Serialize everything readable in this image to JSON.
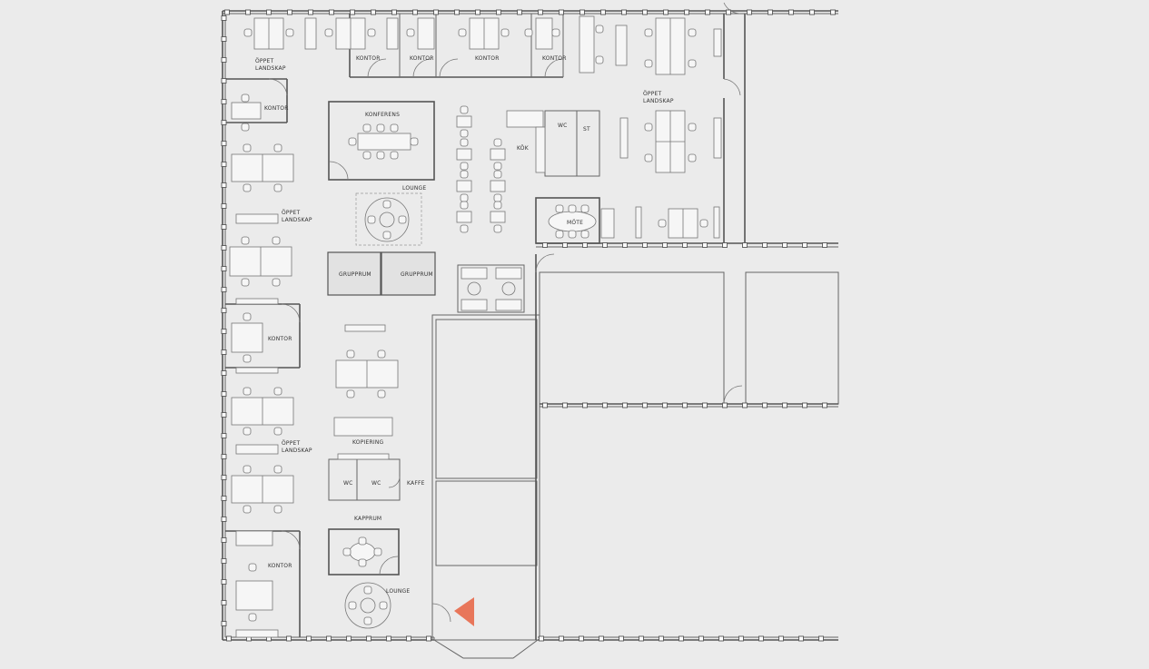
{
  "colors": {
    "background": "#ebebeb",
    "wall": "#555555",
    "furniture": "#777777",
    "marker": "#e8765a"
  },
  "marker_icon": "position-triangle-icon",
  "rooms": {
    "oppet_1": "ÖPPET\nLANDSKAP",
    "kontor_1": "KONTOR",
    "kontor_2": "KONTOR",
    "kontor_3": "KONTOR",
    "kontor_4": "KONTOR",
    "kontor_5": "KONTOR",
    "konferens": "KONFERENS",
    "lounge_1": "LOUNGE",
    "kok": "KÖK",
    "wc_1": "WC",
    "st": "ST",
    "oppet_2": "ÖPPET\nLANDSKAP",
    "mote": "MÖTE",
    "oppet_3": "ÖPPET\nLANDSKAP",
    "grupprum_1": "GRUPPRUM",
    "grupprum_2": "GRUPPRUM",
    "kontor_6": "KONTOR",
    "kopiering": "KOPIERING",
    "oppet_4": "ÖPPET\nLANDSKAP",
    "wc_2": "WC",
    "wc_3": "WC",
    "kaffe": "KAFFE",
    "kapprum": "KAPPRUM",
    "kontor_7": "KONTOR",
    "lounge_2": "LOUNGE"
  }
}
